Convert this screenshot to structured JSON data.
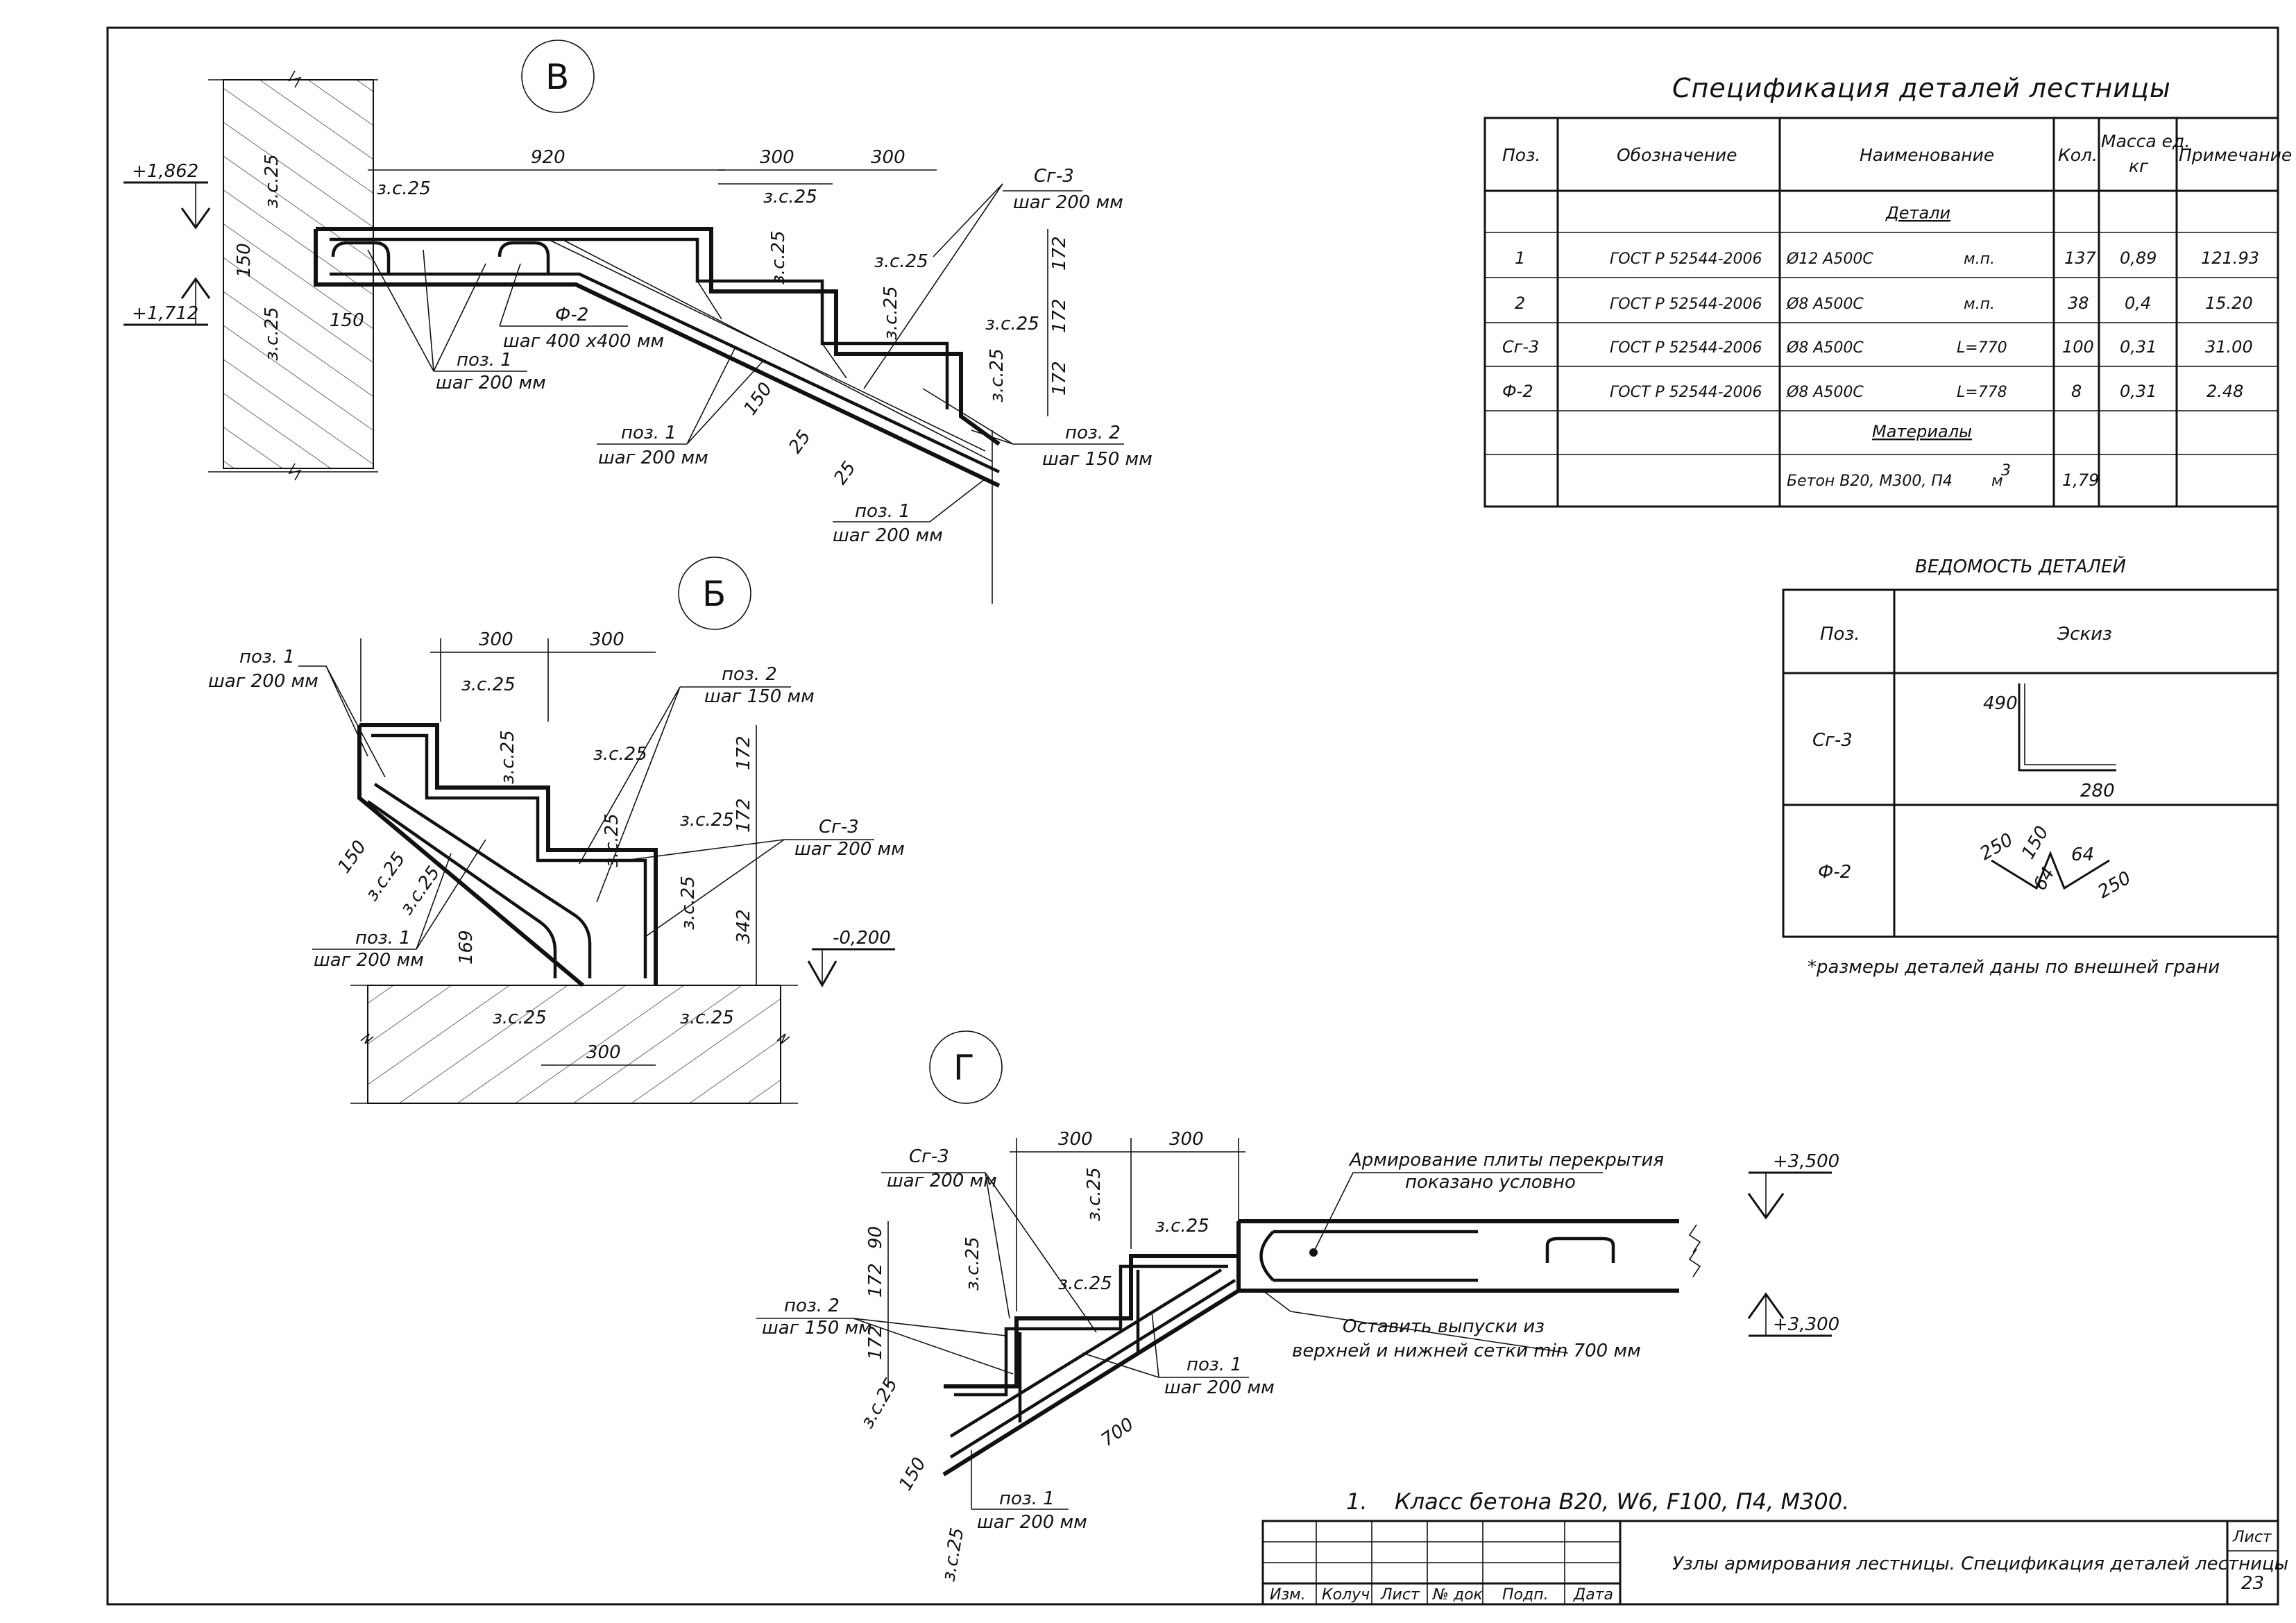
{
  "spec": {
    "title": "Спецификация деталей лестницы",
    "headers": [
      "Поз.",
      "Обозначение",
      "Наименование",
      "Кол.",
      "Масса ед.",
      "кг",
      "Примечание"
    ],
    "section_details": "Детали",
    "section_materials": "Материалы",
    "rows": [
      {
        "pos": "1",
        "code": "ГОСТ Р 52544-2006",
        "name": "Ø12 А500С",
        "unit": "м.п.",
        "qty": "137",
        "mass": "0,89",
        "note": "121.93"
      },
      {
        "pos": "2",
        "code": "ГОСТ Р 52544-2006",
        "name": "Ø8 А500С",
        "unit": "м.п.",
        "qty": "38",
        "mass": "0,4",
        "note": "15.20"
      },
      {
        "pos": "Сг-3",
        "code": "ГОСТ Р 52544-2006",
        "name": "Ø8 А500С",
        "unit": "L=770",
        "qty": "100",
        "mass": "0,31",
        "note": "31.00"
      },
      {
        "pos": "Ф-2",
        "code": "ГОСТ Р 52544-2006",
        "name": "Ø8 А500С",
        "unit": "L=778",
        "qty": "8",
        "mass": "0,31",
        "note": "2.48"
      }
    ],
    "material": {
      "name": "Бетон В20, М300, П4",
      "unit": "м",
      "unit_sup": "3",
      "qty": "1,79"
    }
  },
  "vedomost": {
    "title": "ВЕДОМОСТЬ ДЕТАЛЕЙ",
    "col_pos": "Поз.",
    "col_sketch": "Эскиз",
    "sg3": {
      "pos": "Сг-3",
      "d1": "490",
      "d2": "280"
    },
    "f2": {
      "pos": "Ф-2",
      "d1": "250",
      "d2": "150",
      "d3": "64",
      "d4": "64",
      "d5": "250"
    },
    "footnote": "*размеры деталей даны по внешней грани"
  },
  "node_v": {
    "mark": "В",
    "level_top": "+1,862",
    "level_bottom": "+1,712",
    "dims": {
      "d920": "920",
      "d300a": "300",
      "d300b": "300",
      "d150a": "150",
      "d150b": "150",
      "d172a": "172",
      "d172b": "172",
      "d172c": "172",
      "d150c": "150",
      "d25a": "25",
      "d25b": "25"
    },
    "zc": "з.с.25",
    "labels": {
      "sg3": "Сг-3",
      "sg3_step": "шаг 200 мм",
      "f2": "Ф-2",
      "f2_size": "шаг 400 х400 мм",
      "poz1": "поз. 1",
      "poz1_step": "шаг 200 мм",
      "poz2": "поз. 2",
      "poz2_step": "шаг 150 мм"
    }
  },
  "node_b": {
    "mark": "Б",
    "level": "-0,200",
    "dims": {
      "d300a": "300",
      "d300b": "300",
      "d300c": "300",
      "d172a": "172",
      "d172b": "172",
      "d342": "342",
      "d169": "169",
      "d150": "150"
    },
    "zc": "з.с.25",
    "labels": {
      "poz1": "поз. 1",
      "poz1_step": "шаг 200 мм",
      "poz2": "поз. 2",
      "poz2_step": "шаг 150 мм",
      "sg3": "Сг-3",
      "sg3_step": "шаг 200 мм"
    }
  },
  "node_g": {
    "mark": "Г",
    "level_top": "+3,500",
    "level_bottom": "+3,300",
    "dims": {
      "d300a": "300",
      "d300b": "300",
      "d90": "90",
      "d172a": "172",
      "d172b": "172",
      "d700": "700",
      "d150": "150"
    },
    "zc": "з.с.25",
    "labels": {
      "sg3": "Сг-3",
      "sg3_step": "шаг 200 мм",
      "poz2": "поз. 2",
      "poz2_step": "шаг 150 мм",
      "poz1": "поз. 1",
      "poz1_step": "шаг 200 мм",
      "slab_note_1": "Армирование плиты перекрытия",
      "slab_note_2": "показано условно",
      "out_note_1": "Оставить выпуски из",
      "out_note_2": "верхней и нижней сетки min 700 мм"
    }
  },
  "notes": {
    "n1_num": "1.",
    "n1_text": "Класс бетона  В20, W6, F100, П4, М300."
  },
  "title_block": {
    "cols": [
      "Изм.",
      "Колуч",
      "Лист",
      "№ док",
      "Подп.",
      "Дата"
    ],
    "title": "Узлы армирования лестницы. Спецификация деталей лестницы",
    "sheet_label": "Лист",
    "sheet_num": "23"
  }
}
